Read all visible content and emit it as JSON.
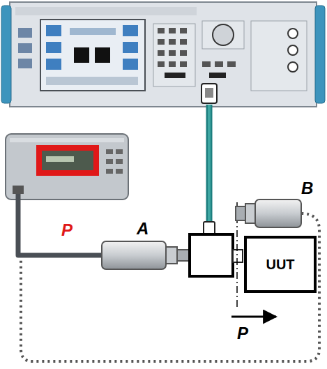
{
  "diagram": {
    "nodes": [
      {
        "text": [
          "UUT"
        ]
      }
    ],
    "labels": [
      "A",
      "B",
      "P",
      "P"
    ]
  }
}
